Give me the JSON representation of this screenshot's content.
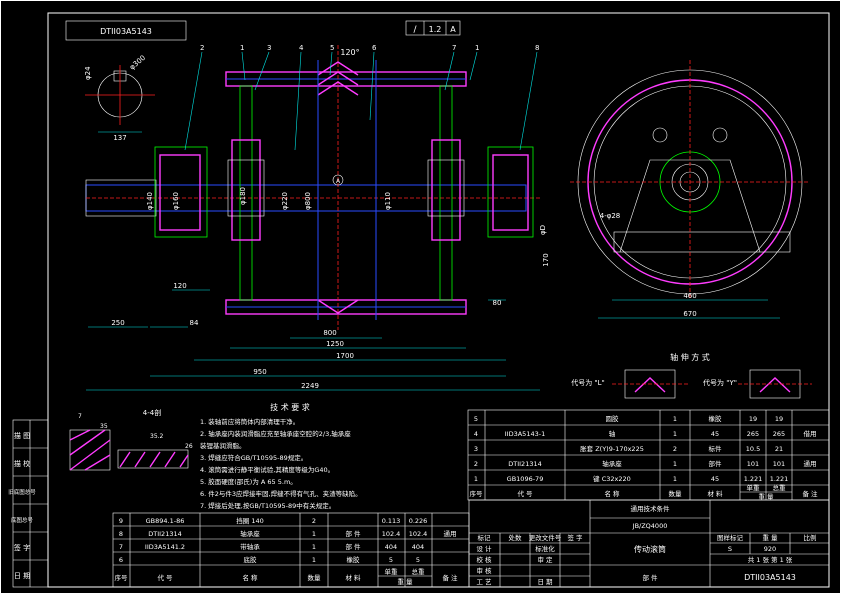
{
  "colors": {
    "background": "#000000",
    "line": "#ffffff",
    "dimension": "#00e5e5",
    "section": "#00ff00",
    "hatch": "#ff3cff",
    "centerline": "#ff2020",
    "shaft": "#2a4bff"
  },
  "drawing": {
    "code_box": "DTII03A5143",
    "tolerance_box": [
      "/",
      "1.2",
      "A"
    ],
    "datum_a": "A",
    "callouts": [
      "2",
      "1",
      "3",
      "4",
      "5",
      "6",
      "7",
      "1",
      "8"
    ],
    "angle_120": "120°",
    "shaft_note": "4-4剖",
    "shaft_dims": [
      "7",
      "35",
      "35.2",
      "26"
    ],
    "keyway_dims": [
      "137",
      "φ24",
      "φ300"
    ],
    "dims_bottom": [
      "250",
      "84",
      "120",
      "800",
      "1250",
      "1700",
      "950",
      "2249",
      "80"
    ],
    "dims_vertical": [
      "φ140",
      "φ160",
      "φ180",
      "φ220",
      "φ800",
      "φ110",
      "φD"
    ],
    "side_view_dims": [
      "4-φ28",
      "670",
      "460",
      "170"
    ],
    "bearing_title": "轴 伸 方 式",
    "bearing_left": "代号为 \"L\"",
    "bearing_right": "代号为 \"Y\""
  },
  "tech_notes": {
    "title": "技 术 要 求",
    "items": [
      "1. 装轴前应将筒体内部清理干净。",
      "2. 轴承座内装润滑脂应充至轴承座空腔的2/3,轴承座",
      "   装锂基润滑脂。",
      "3. 焊缝应符合GB/T10595-89规定。",
      "4. 滚筒需进行静平衡试验,其精度等级为G40。",
      "5. 胶面硬度(邵氏)为 A 65 5.m。",
      "6. 件2与件3应焊接牢固,焊缝不得有气孔、夹渣等缺陷。",
      "7. 焊接后处理,按GB/T10595-89中有关规定。"
    ]
  },
  "bom_right": {
    "rows": [
      {
        "no": "5",
        "code": "",
        "name": "圆胶",
        "qty": "1",
        "material": "橡胶",
        "unit": "19",
        "total": "19",
        "note": ""
      },
      {
        "no": "4",
        "code": "IID3A5143-1",
        "name": "轴",
        "qty": "1",
        "material": "45",
        "unit": "265",
        "total": "265",
        "note": "借用"
      },
      {
        "no": "3",
        "code": "",
        "name": "胀套 Z(Y)9-170x225",
        "qty": "2",
        "material": "标件",
        "unit": "10.5",
        "total": "21",
        "note": ""
      },
      {
        "no": "2",
        "code": "DTII21314",
        "name": "轴承座",
        "qty": "1",
        "material": "部件",
        "unit": "101",
        "total": "101",
        "note": "通用"
      },
      {
        "no": "1",
        "code": "GB1096-79",
        "name": "键 C32x220",
        "qty": "1",
        "material": "45",
        "unit": "1.221",
        "total": "1.221",
        "note": ""
      }
    ],
    "header": [
      "序号",
      "代 号",
      "名 称",
      "数量",
      "材 料",
      "单重",
      "总重",
      "备 注"
    ],
    "header_sub": "重 量"
  },
  "bom_left": {
    "rows": [
      {
        "no": "9",
        "code": "GB894.1-86",
        "name": "挡圈 140",
        "qty": "2",
        "material": "",
        "unit": "0.113",
        "total": "0.226",
        "note": ""
      },
      {
        "no": "8",
        "code": "DTII21314",
        "name": "轴承座",
        "qty": "1",
        "material": "部 件",
        "unit": "102.4",
        "total": "102.4",
        "note": "通用"
      },
      {
        "no": "7",
        "code": "IID3A5141.2",
        "name": "带轴承",
        "qty": "1",
        "material": "部 件",
        "unit": "404",
        "total": "404",
        "note": ""
      },
      {
        "no": "6",
        "code": "",
        "name": "底胶",
        "qty": "1",
        "material": "橡胶",
        "unit": "5",
        "total": "5",
        "note": ""
      }
    ],
    "header": [
      "序号",
      "代 号",
      "名 称",
      "数量",
      "材 料",
      "单重",
      "总重",
      "备 注"
    ],
    "header_sub": "重 量"
  },
  "title_block": {
    "general_spec": "通用技术条件",
    "std_no": "JB/ZQ4000",
    "name": "传动滚筒",
    "code": "DTII03A5143",
    "part": "部 件",
    "rev_headers": [
      "标记",
      "处数",
      "更改文件号",
      "签 字",
      "日 期"
    ],
    "roles": [
      "设 计",
      "校 核",
      "审 核",
      "工 艺",
      "标准化",
      "审 定",
      "日 期"
    ],
    "role_labels": [
      "设 计",
      "审 核",
      "工 艺"
    ],
    "stage_headers": [
      "图样标记",
      "重 量",
      "比例"
    ],
    "stage": "S",
    "weight": "920",
    "scale": "",
    "sheets": [
      "共",
      "1",
      "张",
      "第",
      "1",
      "张"
    ],
    "sheet_text": "共 1 张 第 1 张"
  },
  "sidebar": {
    "cells": [
      "描 图",
      "描 校",
      "旧底图总号",
      "底图总号",
      "签 字",
      "日 期"
    ]
  }
}
